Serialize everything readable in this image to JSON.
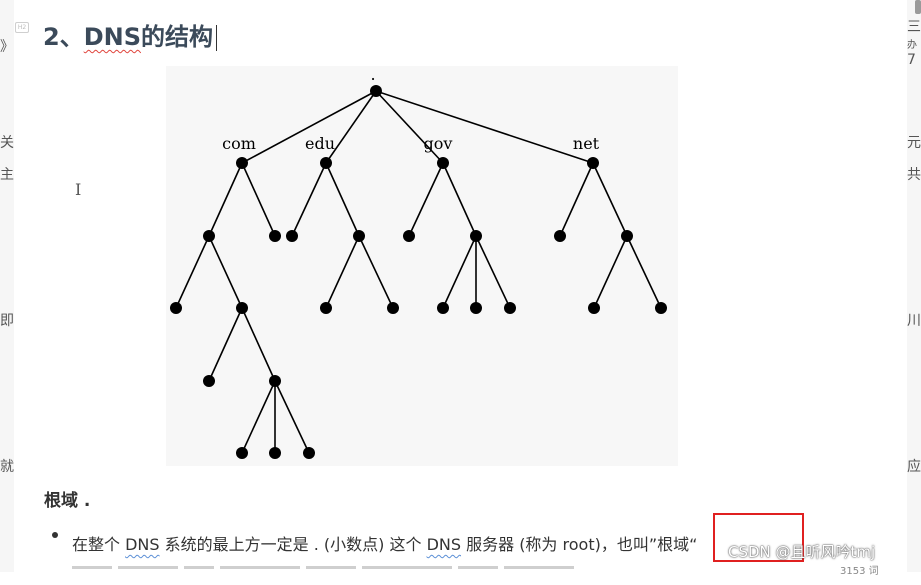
{
  "heading": {
    "number": "2、",
    "text_part1": "DNS",
    "text_part2": "的结构"
  },
  "diagram": {
    "root_label": ".",
    "domains": [
      "com",
      "edu",
      "gov",
      "net"
    ]
  },
  "subheading": {
    "text": "根域 ."
  },
  "bullet": {
    "part1": "在整个 ",
    "dns1": "DNS",
    "part2": " 系统的最上方一定是 . (小数点) 这个 ",
    "dns2": "DNS",
    "part3": " 服务器 (称为 root)，也叫",
    "quoted": "”根域“"
  },
  "watermark": "CSDN @且听风吟tmj",
  "word_count": "3153 词",
  "left_gutter_glyphs": [
    "》",
    "关",
    "主",
    "即",
    "就"
  ],
  "right_gutter_glyphs": [
    "三",
    "办",
    "7",
    "元",
    "共",
    "川",
    "应"
  ],
  "colors": {
    "heading": "#3b4a5a",
    "highlight_box": "#e02020",
    "node": "#000000"
  }
}
